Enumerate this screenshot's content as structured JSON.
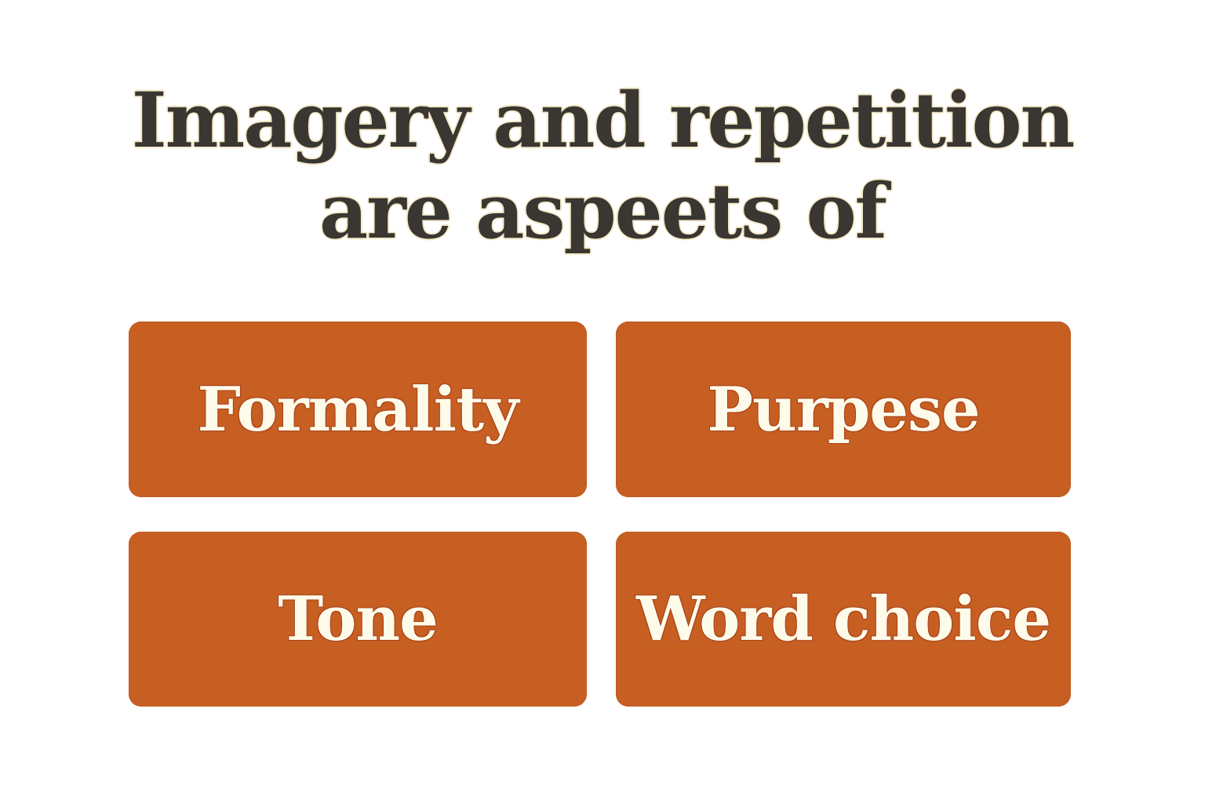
{
  "question": {
    "line1": "Imagery and repetition",
    "line2": "are aspeets of"
  },
  "options": [
    {
      "label": "Formality"
    },
    {
      "label": "Purpese"
    },
    {
      "label": "Tone"
    },
    {
      "label": "Word choice"
    }
  ],
  "colors": {
    "background": "#ffffff",
    "question_text": "#3a3632",
    "option_bg": "#c75e22",
    "option_text": "#fffbea"
  }
}
